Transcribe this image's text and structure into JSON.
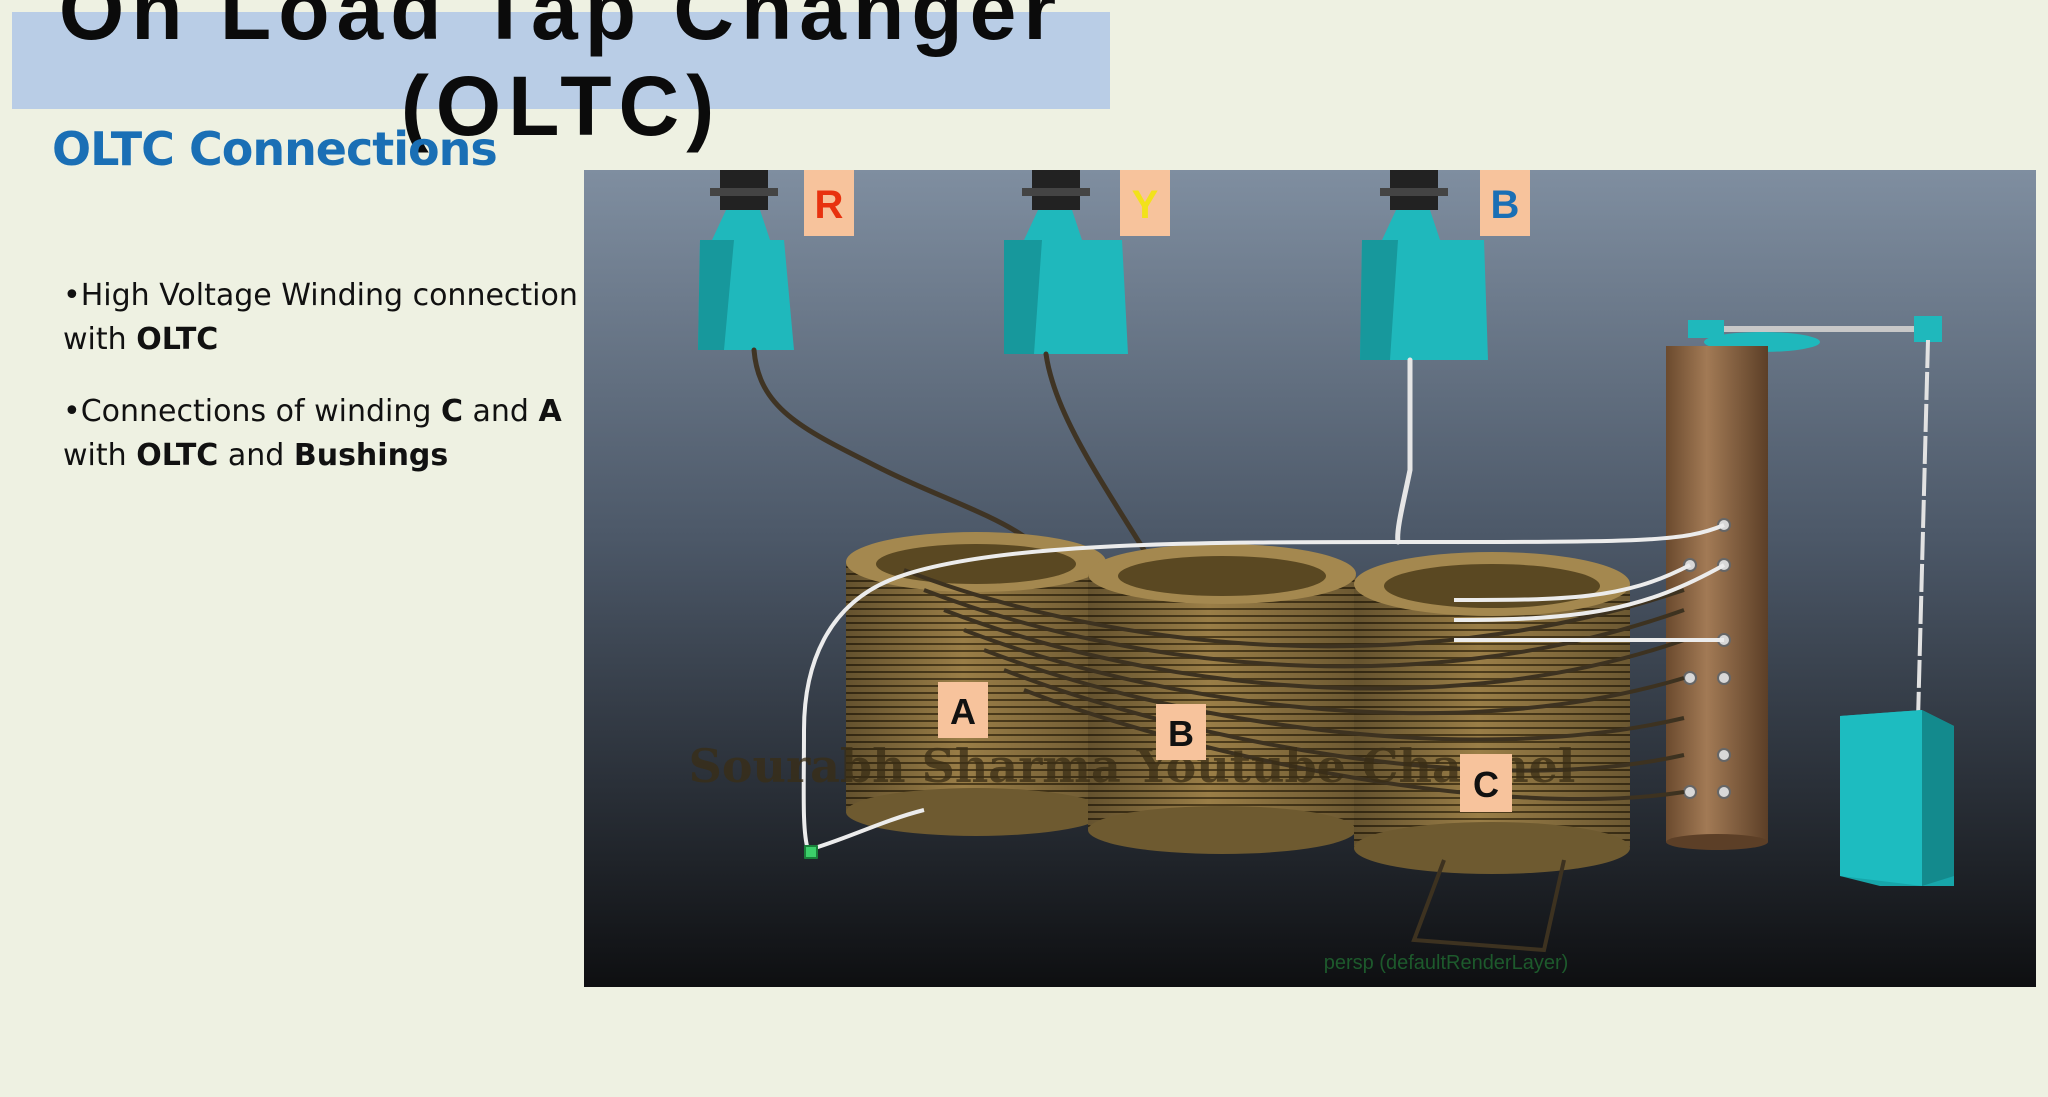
{
  "slide": {
    "title": "On Load Tap Changer (OLTC)",
    "subtitle": "OLTC Connections",
    "bullets": [
      {
        "b": "•",
        "p1": "High Voltage Winding connection with ",
        "s1": "OLTC"
      },
      {
        "b": "•",
        "p1": "Connections of winding ",
        "s1": "C",
        "p2": " and ",
        "s2": "A",
        "p3": " with ",
        "s3": "OLTC",
        "p4": " and ",
        "s4": "Bushings"
      }
    ]
  },
  "figure": {
    "phase_labels": [
      {
        "text": "R",
        "color": "#e8320f"
      },
      {
        "text": "Y",
        "color": "#f2e21a"
      },
      {
        "text": "B",
        "color": "#1a6fb5"
      }
    ],
    "winding_labels": [
      "A",
      "B",
      "C"
    ],
    "watermark": "Sourabh Sharma Youtube Channel",
    "viewport_label": "persp (defaultRenderLayer)",
    "colors": {
      "bushing": "#1fb8bc",
      "coil": "#8e7440",
      "label_bg": "#f7c39c",
      "background_top": "#7f8ea0",
      "background_bottom": "#0e0f11"
    }
  }
}
